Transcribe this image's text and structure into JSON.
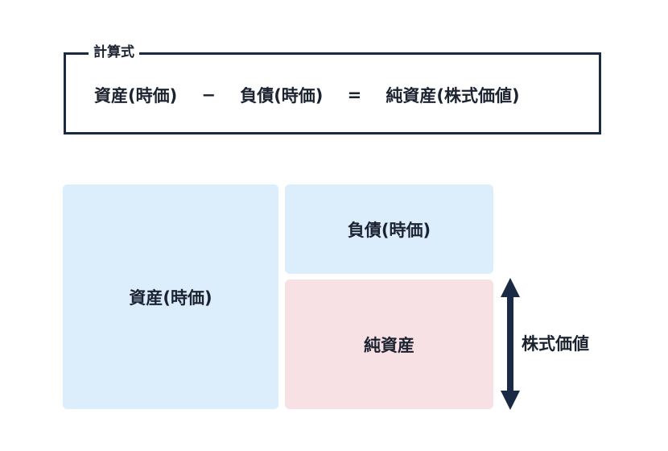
{
  "formula": {
    "legend": "計算式",
    "term1": "資産(時価)",
    "minus": "−",
    "term2": "負債(時価)",
    "equals": "=",
    "term3": "純資産(株式価値)"
  },
  "diagram": {
    "assets_label": "資産(時価)",
    "liabilities_label": "負債(時価)",
    "net_assets_label": "純資産",
    "share_value_label": "株式価値"
  },
  "colors": {
    "border": "#1a2a44",
    "assets_fill": "#dcedfb",
    "liabilities_fill": "#dcedfb",
    "net_assets_fill": "#f8e1e5",
    "arrow": "#1a2a44"
  }
}
